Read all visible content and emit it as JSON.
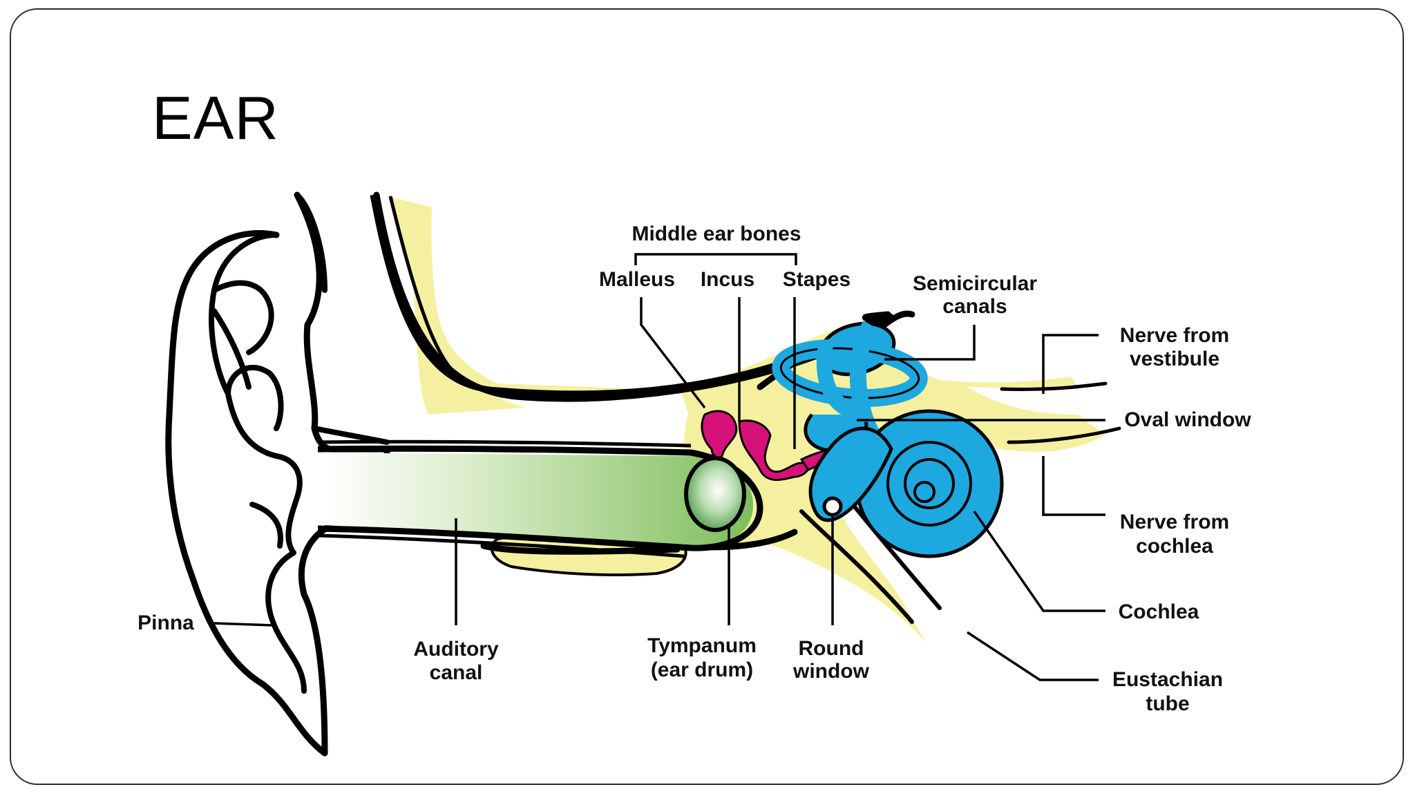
{
  "slide": {
    "title": "EAR"
  },
  "labels": {
    "middle_ear_bones": "Middle ear bones",
    "malleus": "Malleus",
    "incus": "Incus",
    "stapes": "Stapes",
    "semicircular_1": "Semicircular",
    "semicircular_2": "canals",
    "nerve_vestibule_1": "Nerve from",
    "nerve_vestibule_2": "vestibule",
    "oval_window": "Oval window",
    "nerve_cochlea_1": "Nerve from",
    "nerve_cochlea_2": "cochlea",
    "cochlea": "Cochlea",
    "eustachian_1": "Eustachian",
    "eustachian_2": "tube",
    "round_window_1": "Round",
    "round_window_2": "window",
    "tympanum_1": "Tympanum",
    "tympanum_2": "(ear drum)",
    "auditory_1": "Auditory",
    "auditory_2": "canal",
    "pinna": "Pinna"
  },
  "colors": {
    "bone_yellow": "#f5f0a0",
    "canal_green": "#8cc66b",
    "ossicle_magenta": "#d6127a",
    "inner_ear_blue": "#1ea8e0",
    "outline": "#000000"
  }
}
